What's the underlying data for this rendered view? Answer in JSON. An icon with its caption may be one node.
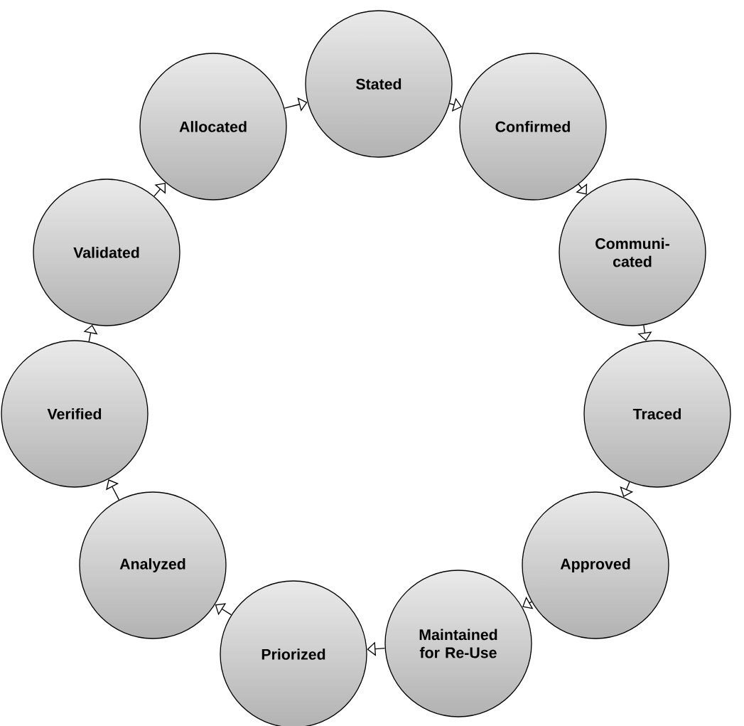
{
  "diagram": {
    "nodes": [
      {
        "text": [
          "Stated"
        ]
      },
      {
        "text": [
          "Confirmed"
        ]
      },
      {
        "text": [
          "Communi- cated"
        ]
      },
      {
        "text": [
          "Traced"
        ]
      },
      {
        "text": [
          "Approved"
        ]
      },
      {
        "text": [
          "Maintained for Re-Use"
        ]
      },
      {
        "text": [
          "Priorized"
        ]
      },
      {
        "text": [
          "Analyzed"
        ]
      },
      {
        "text": [
          "Verified"
        ]
      },
      {
        "text": [
          "Validated"
        ]
      },
      {
        "text": [
          "Allocated"
        ]
      }
    ],
    "edges": [
      {
        "from": 0,
        "to": 1,
        "arrow": "to"
      },
      {
        "from": 1,
        "to": 2,
        "arrow": "to"
      },
      {
        "from": 2,
        "to": 3,
        "arrow": "to"
      },
      {
        "from": 3,
        "to": 4,
        "arrow": "to"
      },
      {
        "from": 4,
        "to": 5,
        "arrow": "to"
      },
      {
        "from": 5,
        "to": 6,
        "arrow": "to"
      },
      {
        "from": 6,
        "to": 7,
        "arrow": "to"
      },
      {
        "from": 7,
        "to": 8,
        "arrow": "to"
      },
      {
        "from": 8,
        "to": 9,
        "arrow": "to"
      },
      {
        "from": 9,
        "to": 10,
        "arrow": "to"
      },
      {
        "from": 10,
        "to": 0,
        "arrow": "to"
      }
    ]
  }
}
